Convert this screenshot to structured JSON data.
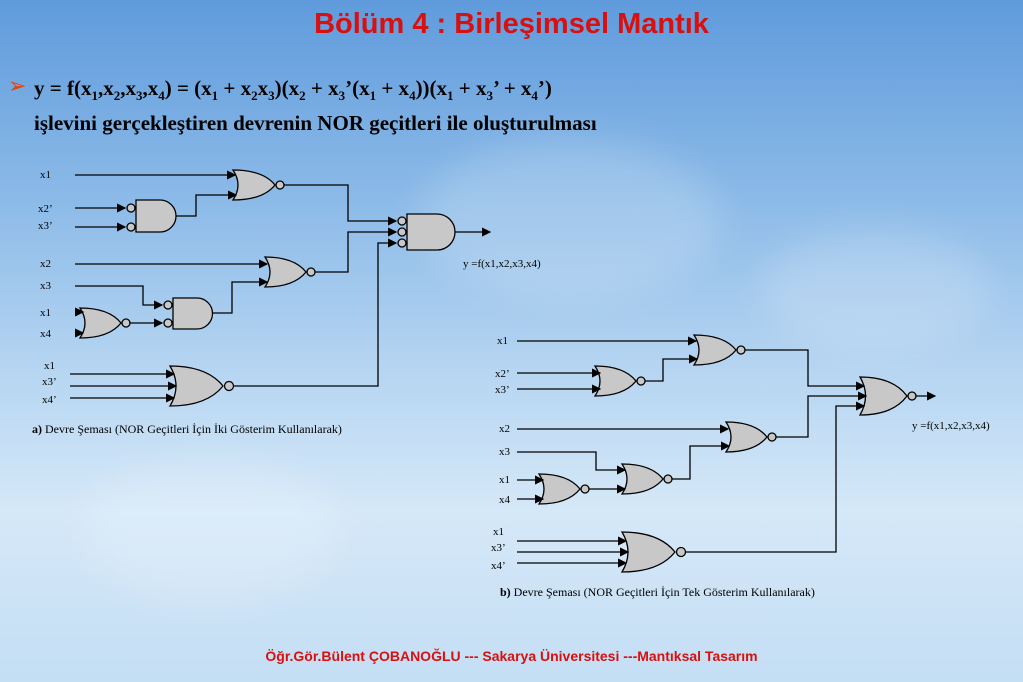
{
  "slide": {
    "title": "Bölüm 4 : Birleşimsel Mantık",
    "bullet_symbol": "➢",
    "equation_plain": "y = f(x1,x2,x3,x4) = (x1 + x2x3)(x2 + x3’(x1 + x4))(x1 + x3’ + x4’)",
    "description": "işlevini gerçekleştiren devrenin NOR geçitleri ile oluşturulması",
    "footer": "Öğr.Gör.Bülent ÇOBANOĞLU --- Sakarya Üniversitesi ---Mantıksal Tasarım"
  },
  "equation_parts": {
    "t1": "y = f(x",
    "s1": "1",
    "t2": ",x",
    "s2": "2",
    "t3": ",x",
    "s3": "3",
    "t4": ",x",
    "s4": "4",
    "t5": ") = (x",
    "s5": "1",
    "t6": " + x",
    "s6": "2",
    "t7": "x",
    "s7": "3",
    "t8": ")(x",
    "s8": "2",
    "t9": " + x",
    "s9": "3",
    "t10": "’(x",
    "s10": "1",
    "t11": " + x",
    "s11": "4",
    "t12": "))(x",
    "s12": "1",
    "t13": " + x",
    "s13": "3",
    "t14": "’ + x",
    "s14": "4",
    "t15": "’)"
  },
  "diagram_a": {
    "caption_letter": "a)",
    "caption": "Devre Şeması (NOR Geçitleri İçin İki Gösterim Kullanılarak)",
    "inputs": {
      "x1_top": "x1",
      "x2_prime": "x2’",
      "x3_prime": "x3’",
      "x2": "x2",
      "x3": "x3",
      "x1_mid": "x1",
      "x4": "x4",
      "x1_bottom": "x1",
      "x3_prime_bottom": "x3’",
      "x4_prime": "x4’"
    },
    "output": "y =f(x1,x2,x3,x4)"
  },
  "diagram_b": {
    "caption_letter": "b)",
    "caption": "Devre Şeması (NOR Geçitleri İçin Tek Gösterim Kullanılarak)",
    "inputs": {
      "x1_top": "x1",
      "x2_prime": "x2’",
      "x3_prime": "x3’",
      "x2": "x2",
      "x3": "x3",
      "x1_mid": "x1",
      "x4": "x4",
      "x1_bottom": "x1",
      "x3_prime_bottom": "x3’",
      "x4_prime": "x4’"
    },
    "output": "y =f(x1,x2,x3,x4)"
  },
  "colors": {
    "title": "#d81010",
    "footer": "#d81010",
    "bullet": "#e8400a",
    "gate_fill": "#c8c8c8",
    "wire": "#000000"
  }
}
